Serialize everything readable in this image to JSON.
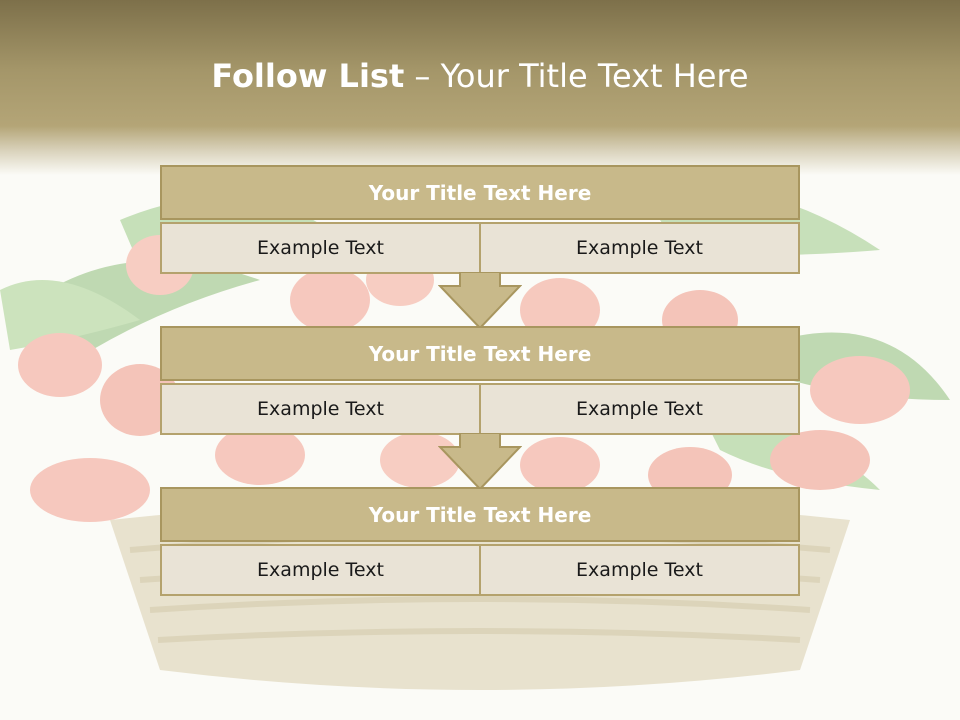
{
  "slide": {
    "title_bold": "Follow List",
    "title_rest": "– Your Title Text Here"
  },
  "steps": [
    {
      "title": "Your Title Text Here",
      "left": "Example Text",
      "right": "Example Text"
    },
    {
      "title": "Your Title Text Here",
      "left": "Example Text",
      "right": "Example Text"
    },
    {
      "title": "Your Title Text Here",
      "left": "Example Text",
      "right": "Example Text"
    }
  ],
  "colors": {
    "header": "#a49669",
    "box_title": "#c8b98a",
    "box_cell": "#e9e3d6",
    "border": "#a8965f"
  },
  "background_image": "tulip-basket-image"
}
